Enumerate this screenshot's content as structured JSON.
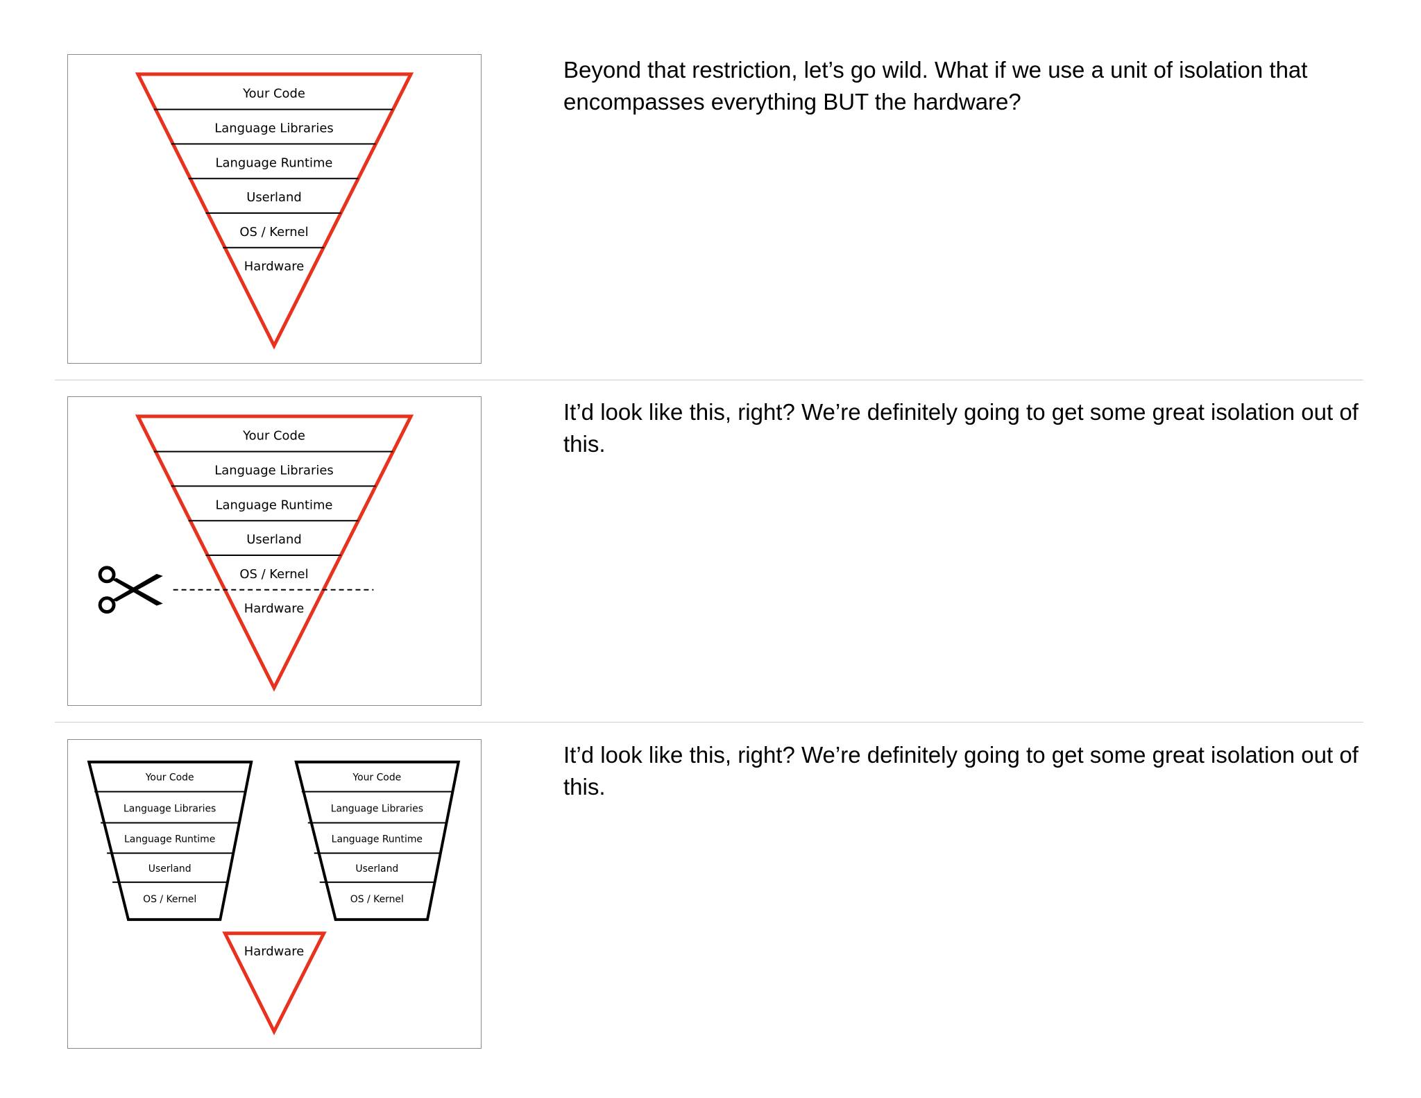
{
  "rows": [
    {
      "layers": [
        "Your Code",
        "Language Libraries",
        "Language Runtime",
        "Userland",
        "OS / Kernel",
        "Hardware"
      ],
      "note": "Beyond that restriction, let’s go wild. What if we use a unit of isolation that encompasses everything BUT the hardware?"
    },
    {
      "layers": [
        "Your Code",
        "Language Libraries",
        "Language Runtime",
        "Userland",
        "OS / Kernel",
        "Hardware"
      ],
      "scissors_icon": "scissors-icon",
      "note": "It’d look like this, right? We’re definitely going to get some great isolation out of this."
    },
    {
      "left_stack": [
        "Your Code",
        "Language Libraries",
        "Language Runtime",
        "Userland",
        "OS / Kernel"
      ],
      "right_stack": [
        "Your Code",
        "Language Libraries",
        "Language Runtime",
        "Userland",
        "OS / Kernel"
      ],
      "hardware": "Hardware",
      "note": "It’d look like this, right? We’re definitely going to get some great isolation out of this."
    }
  ],
  "colors": {
    "accent": "#e8321e",
    "stroke": "#000000",
    "border": "#8a8a8a",
    "divider": "#cfcfcf"
  }
}
